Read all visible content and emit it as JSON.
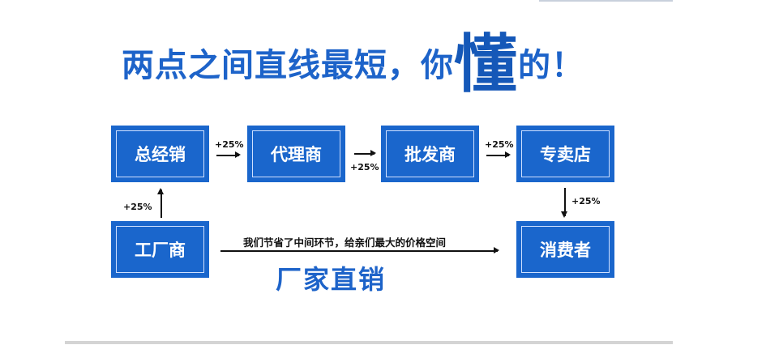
{
  "title": {
    "main": "两点之间直线最短，你",
    "emphasis": "懂",
    "end": "的！"
  },
  "boxes": {
    "general": "总经销",
    "agent": "代理商",
    "wholesale": "批发商",
    "store": "专卖店",
    "factory": "工厂商",
    "consumer": "消费者"
  },
  "markup": "+25%",
  "note": "我们节省了中间环节，给亲们最大的价格空间",
  "direct": "厂家直销",
  "colors": {
    "blue": "#1a66cc"
  }
}
